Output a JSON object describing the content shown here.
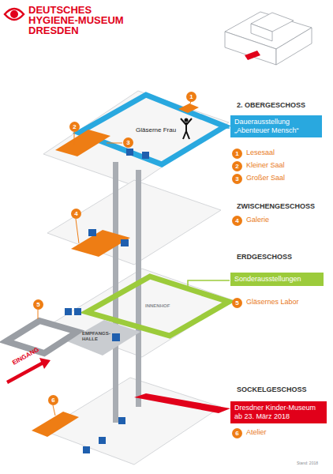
{
  "diagram": {
    "title": "DEUTSCHES HYGIENE-MUSEUM DRESDEN",
    "nodes": [
      {
        "text": [
          "1"
        ]
      },
      {
        "text": [
          "Dauerausstellung „Abenteuer Mensch“"
        ]
      },
      {
        "text": [
          "2"
        ]
      },
      {
        "text": [
          "1"
        ]
      },
      {
        "text": [
          "3"
        ]
      },
      {
        "text": [
          "2"
        ]
      },
      {
        "text": [
          "3"
        ]
      },
      {
        "text": [
          "4"
        ]
      },
      {
        "text": [
          "4"
        ]
      },
      {
        "text": [
          "Sonderausstellungen"
        ]
      },
      {
        "text": [
          "5"
        ]
      },
      {
        "text": [
          "5"
        ]
      },
      {
        "text": [
          "Dresdner Kinder-Museum ab 23. März 2018"
        ]
      },
      {
        "text": [
          "6"
        ]
      },
      {
        "text": [
          "6"
        ]
      }
    ],
    "labels": [
      "2. OBERGESCHOSS",
      "Gläserne Frau",
      "Lesesaal",
      "Kleiner Saal",
      "Großer Saal",
      "ZWISCHENGESCHOSS",
      "Galerie",
      "ERDGESCHOSS",
      "INNENHOF",
      "Gläsernes Labor",
      "EMPFANGS-HALLE",
      "EINGANG",
      "SOCKELGESCHOSS",
      "Atelier",
      "Stand: 2018"
    ]
  }
}
